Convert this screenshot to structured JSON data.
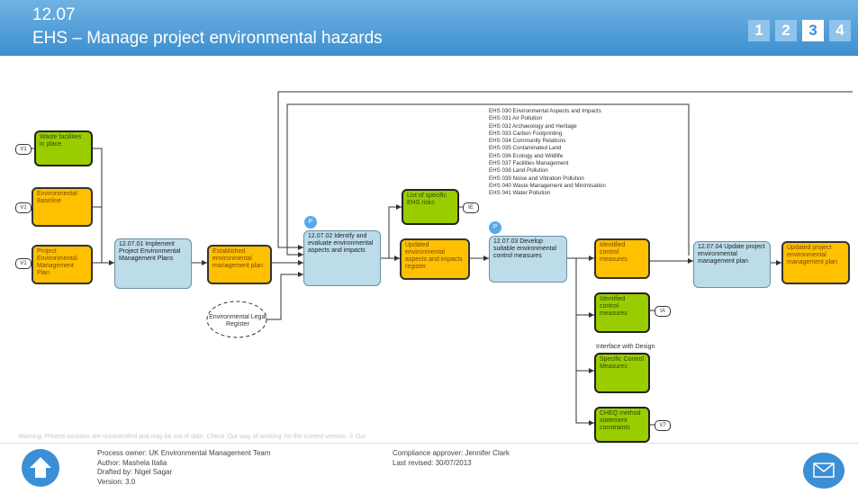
{
  "header": {
    "number": "12.07",
    "title": "EHS – Manage project environmental hazards",
    "pages": [
      "1",
      "2",
      "3",
      "4"
    ],
    "active_page": "3"
  },
  "nodes": {
    "waste": "Waste facilities in place",
    "env_baseline": "Environmental Baseline",
    "pemp": "Project Environmental Management Plan",
    "implement": "12.07.01 Implement Project Environmental Management Plans",
    "established": "Established environmental management plan",
    "legal_register": "Environmental Legal Register",
    "identify": "12.07.02 Identify and evaluate environmental aspects and impacts",
    "list_ehs": "List of specific EHS risks",
    "updated_register": "Updated environmental aspects and impacts register",
    "develop": "12.07.03 Develop suitable environmental control measures",
    "identified_1": "Identified control measures",
    "update_plan": "12.07.04 Update project environmental management plan",
    "updated_plan": "Updated project environmental management plan",
    "identified_2": "Identified control measures",
    "specific": "Specific Control Measures",
    "cheq": "CHEQ method statement constraints"
  },
  "tags": {
    "t1": "V1",
    "t2": "V1",
    "t3": "V1",
    "t4": "IE",
    "t5": "IA",
    "t6": "V7"
  },
  "badges": {
    "b1": "P",
    "b2": "P"
  },
  "ehs_list": [
    "EHS 030 Environmental Aspects and Impacts",
    "EHS 031 Air Pollution",
    "EHS 032 Archaeology and Heritage",
    "EHS 033 Carbon Footprinting",
    "EHS 034 Community Relations",
    "EHS 035 Contaminated Land",
    "EHS 036 Ecology and Wildlife",
    "EHS 037 Facilities Management",
    "EHS 038 Land Pollution",
    "EHS 039 Noise and Vibration Pollution",
    "EHS 040 Waste Management and Minimisation",
    "EHS 041 Water Pollution"
  ],
  "interface_note": "Interface with Design",
  "warning": "Warning: Printed versions are uncontrolled and may be out of date. Check 'Our way of working' for the current version. © Our",
  "footer": {
    "owner": "Process owner: UK Environmental Management Team",
    "author": "Author: Mashela Italia",
    "drafted": "Drafted by: Nigel Sagar",
    "version": "Version: 3.0",
    "approver": "Compliance approver: Jennifer Clark",
    "revised": "Last revised: 30/07/2013"
  },
  "colors": {
    "header": "#3d8fd0",
    "process": "#bcdcea",
    "output": "#ffc000",
    "input": "#9acd00",
    "button": "#3b8fd6"
  }
}
